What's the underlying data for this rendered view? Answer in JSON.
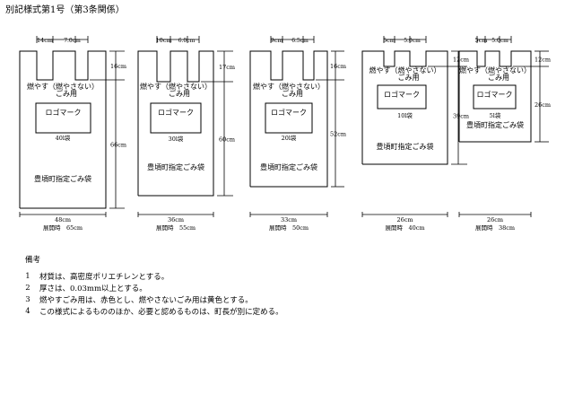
{
  "title": "別記様式第1号（第3条関係）",
  "bags": [
    {
      "top_width": "14cm",
      "top_gap": "7.0cm",
      "handle_height": "16cm",
      "height": "66cm",
      "label_type": "燃やす（燃やさない）",
      "label_use": "ごみ用",
      "logo": "ロゴマーク",
      "size": "40l袋",
      "designation": "豊頃町指定ごみ袋",
      "width": "48cm",
      "spread": "展開時　65cm"
    },
    {
      "top_width": "10cm",
      "top_gap": "6.0cm",
      "handle_height": "17cm",
      "height": "60cm",
      "label_type": "燃やす（燃やさない）",
      "label_use": "ごみ用",
      "logo": "ロゴマーク",
      "size": "30l袋",
      "designation": "豊頃町指定ごみ袋",
      "width": "36cm",
      "spread": "展開時　55cm"
    },
    {
      "top_width": "9cm",
      "top_gap": "6.5cm",
      "handle_height": "16cm",
      "height": "52cm",
      "label_type": "燃やす（燃やさない）",
      "label_use": "ごみ用",
      "logo": "ロゴマーク",
      "size": "20l袋",
      "designation": "豊頃町指定ごみ袋",
      "width": "33cm",
      "spread": "展開時　50cm"
    },
    {
      "top_width": "5cm",
      "top_gap": "5.0cm",
      "handle_height": "12cm",
      "height": "39cm",
      "label_type": "燃やす（燃やさない）",
      "label_use": "ごみ用",
      "logo": "ロゴマーク",
      "size": "10l袋",
      "designation": "豊頃町指定ごみ袋",
      "width": "26cm",
      "spread": "展開時　40cm"
    },
    {
      "top_width": "5cm",
      "top_gap": "5.0cm",
      "handle_height": "12cm",
      "height": "26cm",
      "label_type": "燃やす（燃やさない）",
      "label_use": "ごみ用",
      "logo": "ロゴマーク",
      "size": "5l袋",
      "designation": "豊頃町指定ごみ袋",
      "width": "26cm",
      "spread": "展開時　38cm"
    }
  ],
  "notes": {
    "heading": "備考",
    "items": [
      {
        "num": "1",
        "text": "材質は、高密度ポリエチレンとする。"
      },
      {
        "num": "2",
        "text": "厚さは、0.03mm以上とする。"
      },
      {
        "num": "3",
        "text": "燃やすごみ用は、赤色とし、燃やさないごみ用は黄色とする。"
      },
      {
        "num": "4",
        "text": "この様式によるもののほか、必要と認めるものは、町長が別に定める。"
      }
    ]
  }
}
